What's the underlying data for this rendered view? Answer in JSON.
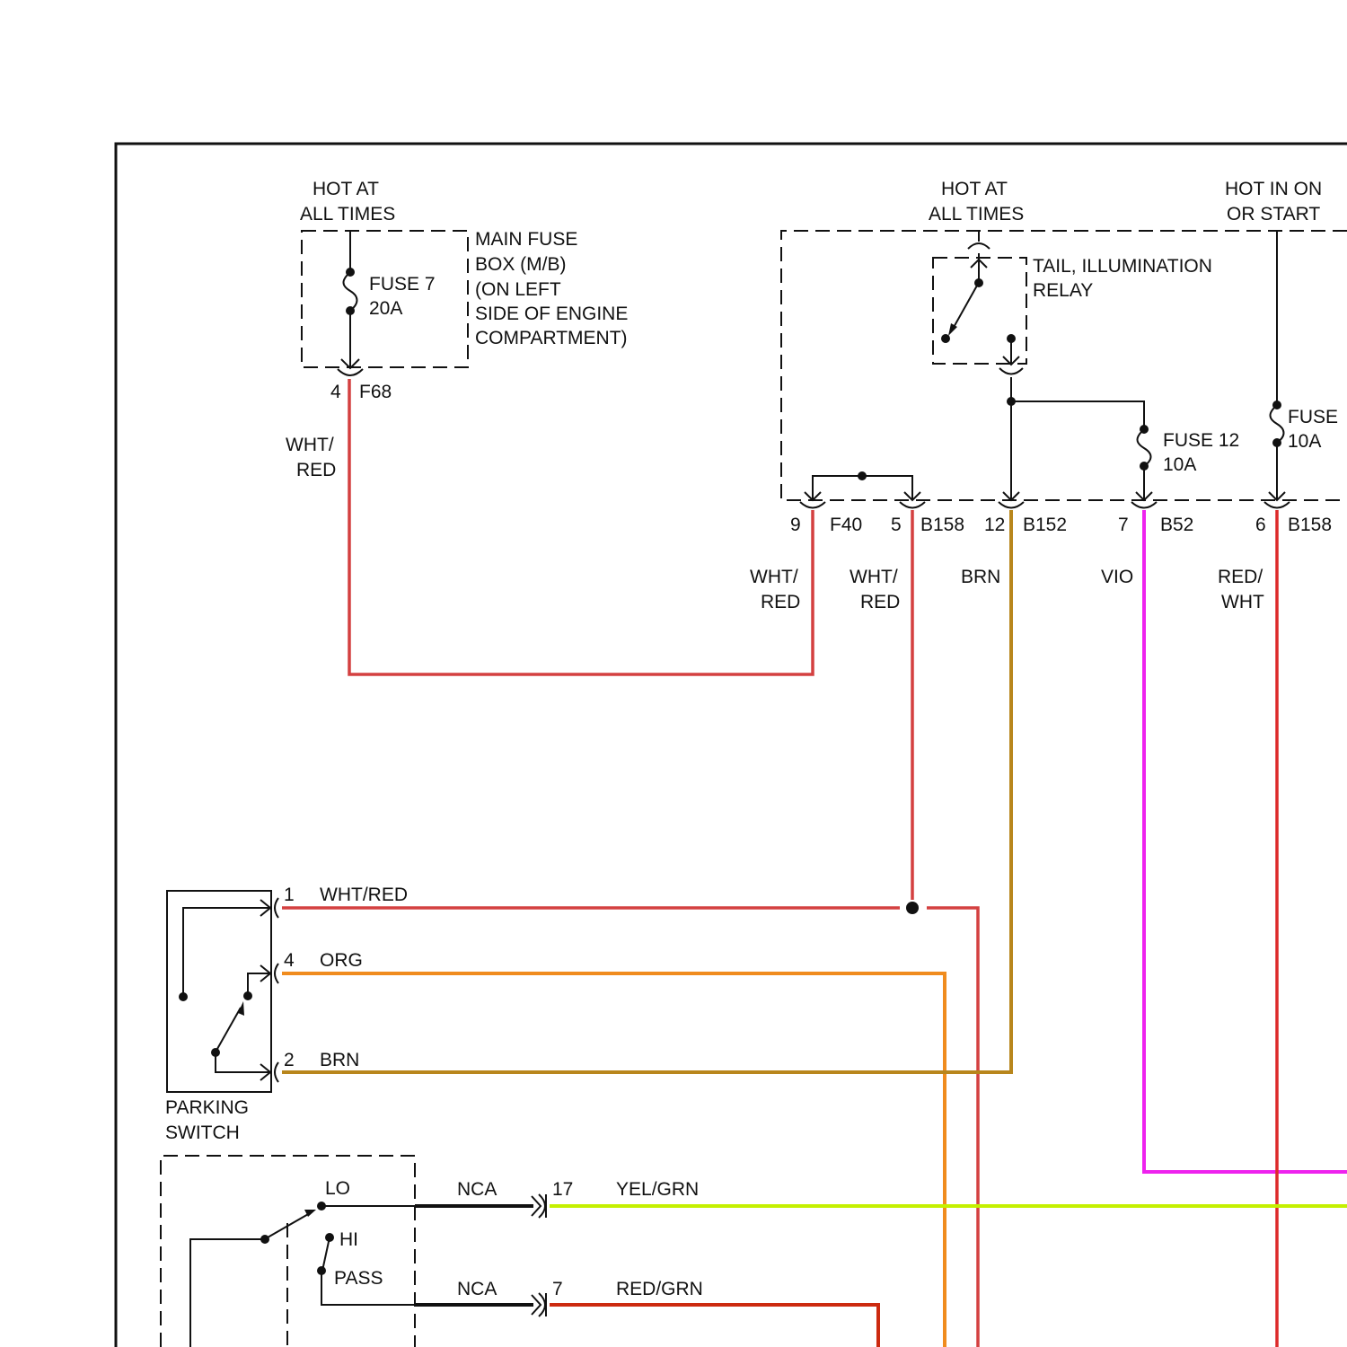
{
  "colors": {
    "wht_red": "#e8b4b4",
    "wht_red_edge": "#d44040",
    "org": "#f08c1e",
    "brn": "#b8861c",
    "vio": "#ee22ee",
    "red_wht": "#dd2a2a",
    "yel_grn": "#c4f000",
    "red_grn": "#cc2a10",
    "nca": "#111111"
  },
  "main_fuse_box": {
    "power_label_1": "HOT AT",
    "power_label_2": "ALL TIMES",
    "fuse_name": "FUSE 7",
    "fuse_rating": "20A",
    "box_line_1": "MAIN FUSE",
    "box_line_2": "BOX (M/B)",
    "box_line_3": "(ON LEFT",
    "box_line_4": "SIDE OF ENGINE",
    "box_line_5": "COMPARTMENT)",
    "pin": "4",
    "connector": "F68",
    "wire_color_1": "WHT/",
    "wire_color_2": "RED"
  },
  "relay_box": {
    "power_label_1": "HOT AT",
    "power_label_2": "ALL TIMES",
    "relay_line_1": "TAIL, ILLUMINATION",
    "relay_line_2": "RELAY",
    "fuse12_name": "FUSE 12",
    "fuse12_rating": "10A",
    "ign_label_1": "HOT IN ON",
    "ign_label_2": "OR START",
    "fuse_right_name": "FUSE",
    "fuse_right_rating": "10A"
  },
  "connectors": [
    {
      "pin": "9",
      "name": "F40",
      "wire1": "WHT/",
      "wire2": "RED"
    },
    {
      "pin": "5",
      "name": "B158",
      "wire1": "WHT/",
      "wire2": "RED"
    },
    {
      "pin": "12",
      "name": "B152",
      "wire1": "BRN",
      "wire2": ""
    },
    {
      "pin": "7",
      "name": "B52",
      "wire1": "VIO",
      "wire2": ""
    },
    {
      "pin": "6",
      "name": "B158",
      "wire1": "RED/",
      "wire2": "WHT"
    }
  ],
  "parking_switch": {
    "name_1": "PARKING",
    "name_2": "SWITCH",
    "pins": [
      {
        "pin": "1",
        "wire": "WHT/RED"
      },
      {
        "pin": "4",
        "wire": "ORG"
      },
      {
        "pin": "2",
        "wire": "BRN"
      }
    ]
  },
  "headlight_switch": {
    "lo": "LO",
    "hi": "HI",
    "pass": "PASS",
    "outputs": [
      {
        "nca": "NCA",
        "pin": "17",
        "wire": "YEL/GRN"
      },
      {
        "nca": "NCA",
        "pin": "7",
        "wire": "RED/GRN"
      }
    ]
  }
}
